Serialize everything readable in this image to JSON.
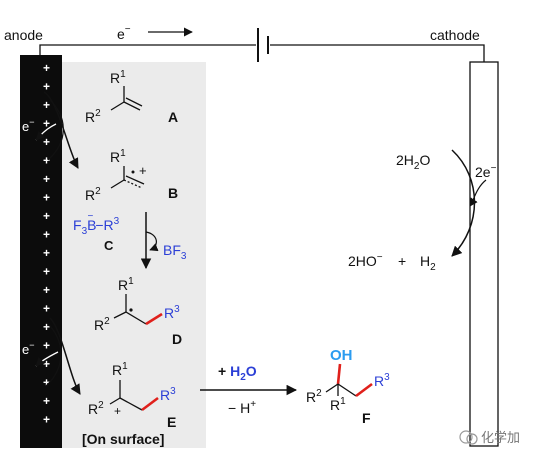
{
  "circuit": {
    "anode_label": "anode",
    "cathode_label": "cathode",
    "electron_top": "e",
    "electron_sup": "−"
  },
  "anode_plate": {
    "plus_sign": "+"
  },
  "mechanism": {
    "A": {
      "R1": "R",
      "R1_sup": "1",
      "R2": "R",
      "R2_sup": "2",
      "label": "A"
    },
    "B": {
      "R1": "R",
      "R1_sup": "1",
      "R2": "R",
      "R2_sup": "2",
      "charge": "+",
      "label": "B"
    },
    "reagent": {
      "F": "F",
      "F_sub": "3",
      "B": "B",
      "B_sup": "−",
      "dash": "−",
      "R": "R",
      "R_sup": "3",
      "label": "C"
    },
    "byproduct": {
      "B": "BF",
      "B_sub": "3"
    },
    "D": {
      "R1": "R",
      "R1_sup": "1",
      "R2": "R",
      "R2_sup": "2",
      "R3": "R",
      "R3_sup": "3",
      "label": "D"
    },
    "E": {
      "R1": "R",
      "R1_sup": "1",
      "R2": "R",
      "R2_sup": "2",
      "charge": "+",
      "R3": "R",
      "R3_sup": "3",
      "label": "E"
    },
    "surface_label": "[On surface]",
    "oxidation1": {
      "e": "e",
      "sup": "−"
    },
    "oxidation2": {
      "e": "e",
      "sup": "−"
    }
  },
  "final_step": {
    "water_plus": "+ ",
    "water": "H",
    "water_sub": "2",
    "water_O": "O",
    "minus_h": "− H",
    "minus_h_sup": "+",
    "F": {
      "OH": "OH",
      "R1": "R",
      "R1_sup": "1",
      "R2": "R",
      "R2_sup": "2",
      "R3": "R",
      "R3_sup": "3",
      "label": "F"
    }
  },
  "cathode_rxn": {
    "water_coef": "2H",
    "water_sub": "2",
    "water_O": "O",
    "electrons": "2e",
    "electrons_sup": "−",
    "hydroxide": "2HO",
    "hydroxide_sup": "−",
    "plus": "+",
    "hydrogen": "H",
    "hydrogen_sub": "2"
  },
  "watermark": {
    "text": "化学加"
  },
  "colors": {
    "blue": "#2b3fd6",
    "red": "#e0201b",
    "panel": "#ebebeb",
    "plate": "#0c0c0c"
  }
}
